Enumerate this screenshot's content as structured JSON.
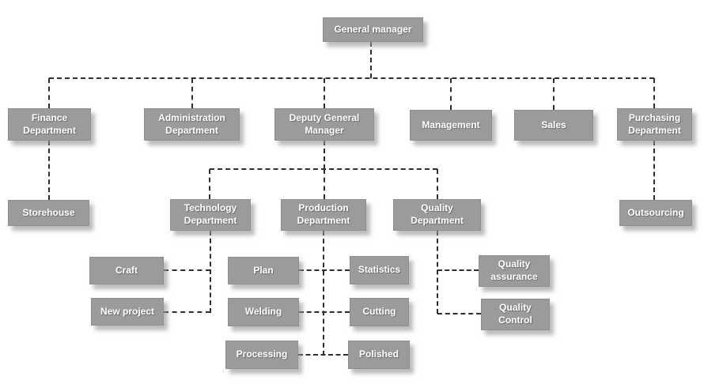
{
  "diagram_type": "org-chart",
  "colors": {
    "box_fill": "#9b9b9b",
    "box_border": "#8f8f8f",
    "box_text": "#ffffff",
    "connector": "#2e2e2e",
    "background": "#ffffff"
  },
  "nodes": {
    "general_manager": {
      "label": "General manager"
    },
    "finance": {
      "label": "Finance Department"
    },
    "administration": {
      "label": "Administration Department"
    },
    "deputy": {
      "label": "Deputy General Manager"
    },
    "management": {
      "label": "Management"
    },
    "sales": {
      "label": "Sales"
    },
    "purchasing": {
      "label": "Purchasing Department"
    },
    "storehouse": {
      "label": "Storehouse"
    },
    "technology": {
      "label": "Technology Department"
    },
    "production": {
      "label": "Production Department"
    },
    "quality": {
      "label": "Quality Department"
    },
    "outsourcing": {
      "label": "Outsourcing"
    },
    "craft": {
      "label": "Craft"
    },
    "plan": {
      "label": "Plan"
    },
    "statistics": {
      "label": "Statistics"
    },
    "quality_assurance": {
      "label": "Quality assurance"
    },
    "new_project": {
      "label": "New project"
    },
    "welding": {
      "label": "Welding"
    },
    "cutting": {
      "label": "Cutting"
    },
    "quality_control": {
      "label": "Quality Control"
    },
    "processing": {
      "label": "Processing"
    },
    "polished": {
      "label": "Polished"
    }
  },
  "hierarchy": {
    "General manager": [
      "Finance Department",
      "Administration Department",
      "Deputy General Manager",
      "Management",
      "Sales",
      "Purchasing Department"
    ],
    "Finance Department": [
      "Storehouse"
    ],
    "Deputy General Manager": [
      "Technology Department",
      "Production Department",
      "Quality Department"
    ],
    "Purchasing Department": [
      "Outsourcing"
    ],
    "Technology Department": [
      "Craft",
      "New project"
    ],
    "Production Department": [
      "Plan",
      "Statistics",
      "Welding",
      "Cutting",
      "Processing",
      "Polished"
    ],
    "Quality Department": [
      "Quality assurance",
      "Quality Control"
    ]
  }
}
